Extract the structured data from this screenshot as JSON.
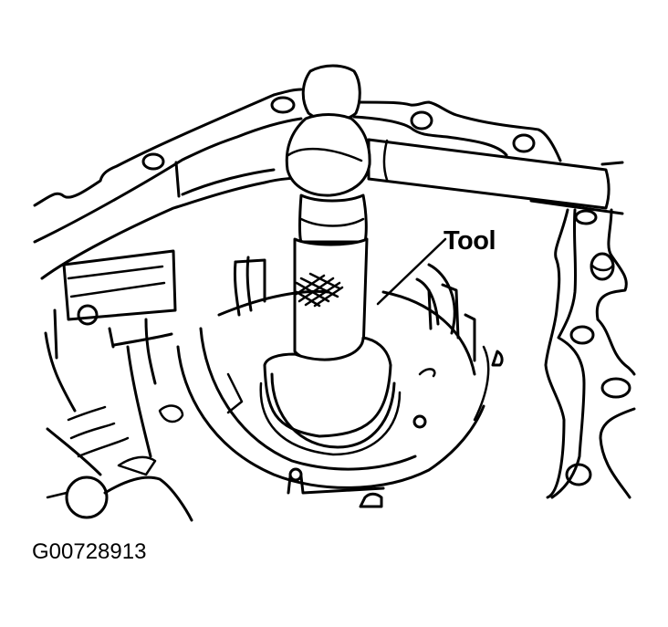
{
  "diagram": {
    "type": "technical-line-illustration",
    "subject": "transmission case with seal installer tool and hammer",
    "colors": {
      "line": "#000000",
      "background": "#ffffff"
    },
    "callouts": [
      {
        "label": "Tool",
        "points_to": "seal installer tool shaft"
      }
    ],
    "figure_id": "G00728913"
  }
}
